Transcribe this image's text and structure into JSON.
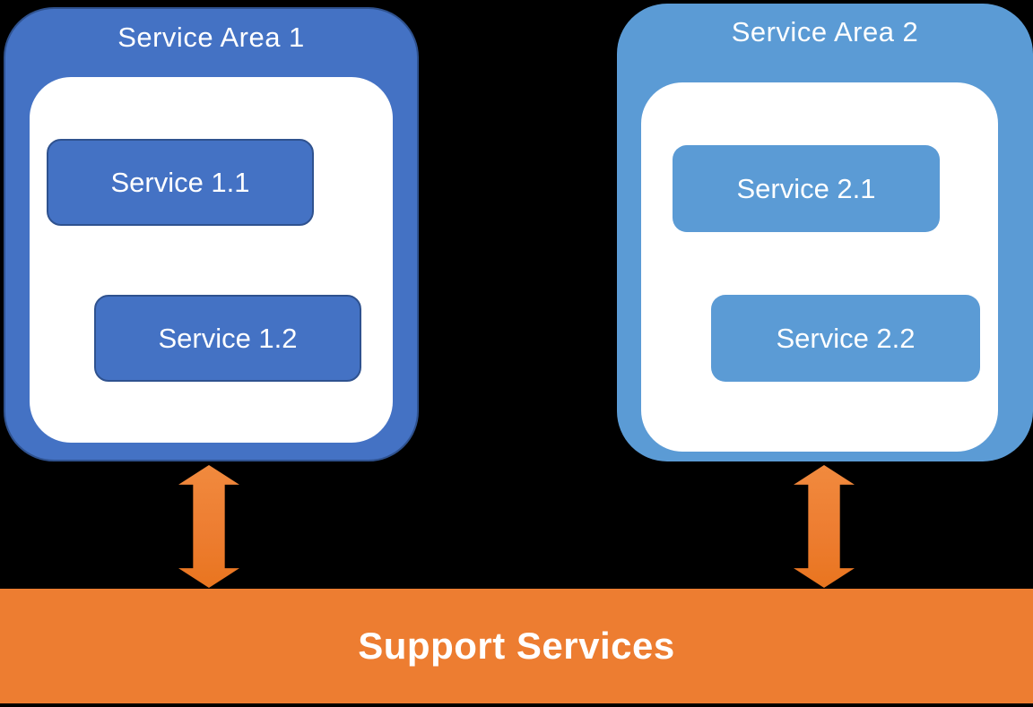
{
  "diagram": {
    "areas": [
      {
        "title": "Service Area 1",
        "services": [
          {
            "label": "Service 1.1"
          },
          {
            "label": "Service 1.2"
          }
        ]
      },
      {
        "title": "Service Area 2",
        "services": [
          {
            "label": "Service 2.1"
          },
          {
            "label": "Service 2.2"
          }
        ]
      }
    ],
    "support_bar": {
      "label": "Support Services"
    },
    "connectors": [
      {
        "type": "double-arrow",
        "from": "Service Area 1",
        "to": "Support Services"
      },
      {
        "type": "double-arrow",
        "from": "Service Area 2",
        "to": "Support Services"
      }
    ]
  },
  "colors": {
    "background": "#000000",
    "area1_fill": "#4472C4",
    "area1_border": "#2F528F",
    "area2_fill": "#5B9BD5",
    "panel_fill": "#FFFFFF",
    "connector_orange": "#ED7D31",
    "text": "#FFFFFF"
  }
}
